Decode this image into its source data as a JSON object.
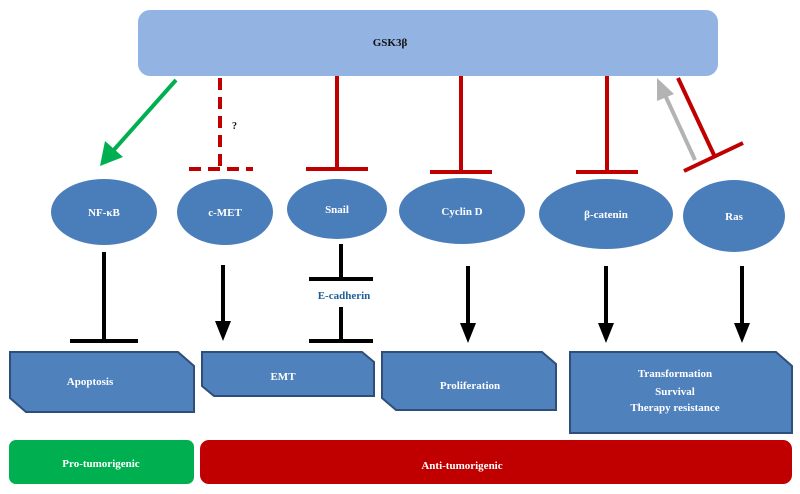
{
  "top_bar": {
    "label": "GSK3β",
    "color": "#93b4e3"
  },
  "question_mark": "?",
  "nodes": [
    {
      "id": "nfkb",
      "label": "NF-κB"
    },
    {
      "id": "cmet",
      "label": "c-MET"
    },
    {
      "id": "snail",
      "label": "Snail"
    },
    {
      "id": "cyclind",
      "label": "Cyclin D"
    },
    {
      "id": "bcatenin",
      "label": "β-catenin"
    },
    {
      "id": "ras",
      "label": "Ras"
    }
  ],
  "intermediate": {
    "label": "E-cadherin",
    "color": "#1f5f99"
  },
  "outcomes": [
    {
      "id": "apoptosis",
      "lines": [
        "Apoptosis"
      ]
    },
    {
      "id": "emt",
      "lines": [
        "EMT"
      ]
    },
    {
      "id": "proliferation",
      "lines": [
        "Proliferation"
      ]
    },
    {
      "id": "transformation",
      "lines": [
        "Transformation",
        "Survival",
        "Therapy resistance"
      ]
    }
  ],
  "categories": [
    {
      "id": "pro",
      "label": "Pro-tumorigenic",
      "color": "#00b050"
    },
    {
      "id": "anti",
      "label": "Anti-tumorigenic",
      "color": "#c00000"
    }
  ],
  "colors": {
    "node_fill": "#4a7ebb",
    "outcome_fill": "#4f81bd",
    "outcome_edge": "#2f4f7a",
    "inhibit_red": "#c00000",
    "activate_green": "#00b050",
    "activate_gray": "#b3b3b3",
    "black": "#000000"
  }
}
